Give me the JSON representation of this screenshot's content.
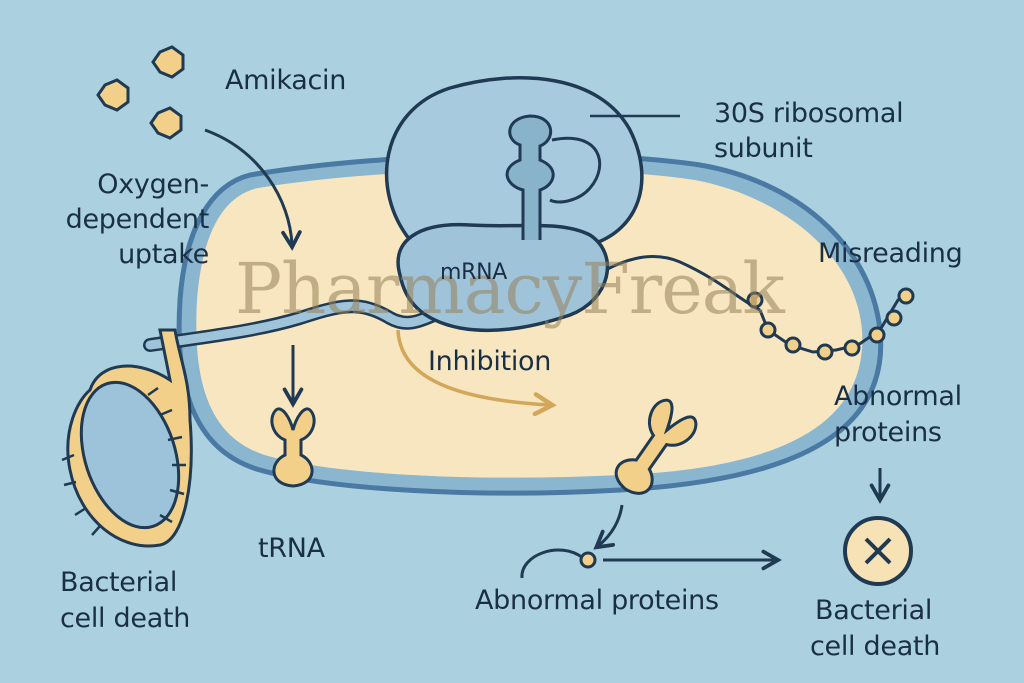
{
  "diagram": {
    "title": "Amikacin mechanism of action",
    "labels": {
      "amikacin": "Amikacin",
      "uptake_line1": "Oxygen-",
      "uptake_line2": "dependent",
      "uptake_line3": "uptake",
      "ribosome_line1": "30S ribosomal",
      "ribosome_line2": "subunit",
      "mrna": "mRNA",
      "misreading": "Misreading",
      "inhibition": "Inhibition",
      "abnormal_right_line1": "Abnormal",
      "abnormal_right_line2": "proteins",
      "abnormal_bottom": "Abnormal proteins",
      "trna": "tRNA",
      "death_left_line1": "Bacterial",
      "death_left_line2": "cell death",
      "death_right_line1": "Bacterial",
      "death_right_line2": "cell death"
    },
    "watermark": "PharmacyFreak",
    "icons": [
      "amikacin-molecule-icon",
      "ribosome-icon",
      "trna-icon",
      "bacterium-icon",
      "protein-chain-icon",
      "cell-death-x-icon"
    ],
    "colors": {
      "background": "#abd1e0",
      "cytoplasm": "#f7e6bf",
      "membrane": "#4a7aa3",
      "outline": "#1f3a52",
      "ribosome": "#9fc4d9",
      "molecule": "#f2d08a",
      "inhibition_arrow": "#d2a75a",
      "text": "#1b2f44"
    }
  }
}
